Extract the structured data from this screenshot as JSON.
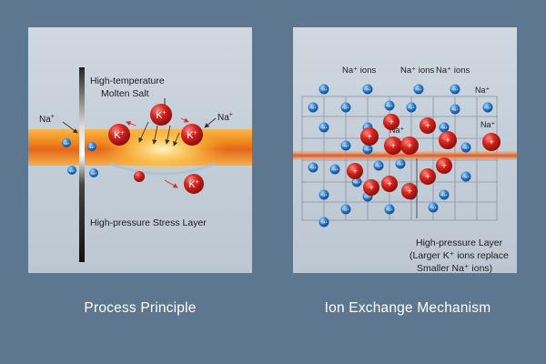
{
  "left_panel": {
    "caption": "Process Principle",
    "molten_salt_label_line1": "High-temperature",
    "molten_salt_label_line2": "Molten Salt",
    "na_label": "Na",
    "na_sup": "+",
    "na_label_right": "Na",
    "na_sup_right": "+",
    "k_label": "K",
    "k_sup": "+",
    "stress_layer_label": "High-pressure Stress Layer",
    "small_ion_label": "Na+"
  },
  "right_panel": {
    "caption": "Ion Exchange Mechanism",
    "top_label_1": "Na⁺ ions",
    "top_label_2": "Na⁺ ions",
    "top_label_3": "Na⁺ ions",
    "na_right_1": "Na⁺",
    "na_right_2": "Na⁺",
    "na_center": "Na⁺",
    "small_ion_label": "Na+",
    "big_ion_label": "+",
    "layer_label_line1": "High-pressure Layer",
    "layer_label_line2": "(Larger K⁺ ions replace",
    "layer_label_line3": "Smaller Na⁺  ions)"
  },
  "colors": {
    "background": "#5d7790",
    "molten_band": "#f08a1c",
    "ion_red": "#d42a23",
    "ion_blue": "#2f7fd0"
  }
}
